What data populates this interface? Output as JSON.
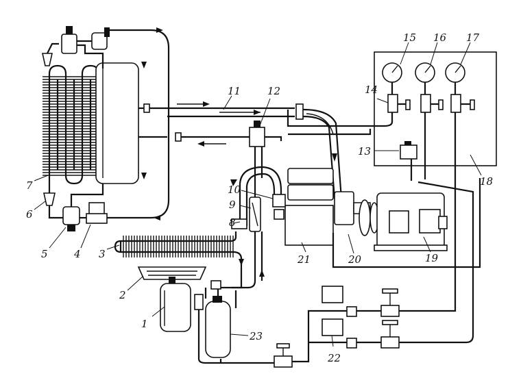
{
  "labels": {
    "l1": "1",
    "l2": "2",
    "l3": "3",
    "l4": "4",
    "l5": "5",
    "l6": "6",
    "l7": "7",
    "l8": "8",
    "l9": "9",
    "l10": "10",
    "l11": "11",
    "l12": "12",
    "l13": "13",
    "l14": "14",
    "l15": "15",
    "l16": "16",
    "l17": "17",
    "l18": "18",
    "l19": "19",
    "l20": "20",
    "l21": "21",
    "l22": "22",
    "l23": "23"
  },
  "icons": {
    "gauge": "pressure-gauge-icon",
    "valve": "shutoff-valve-icon",
    "fan": "fan-icon",
    "motor": "electric-motor-icon"
  }
}
